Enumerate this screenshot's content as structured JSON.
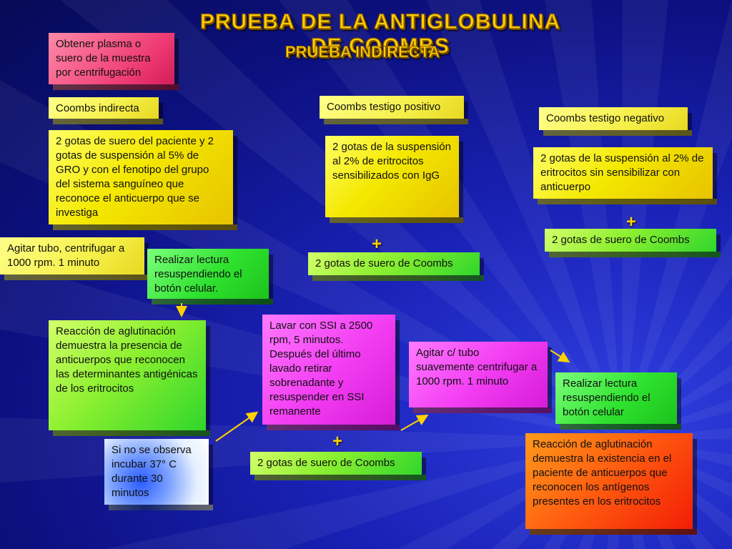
{
  "title": {
    "main": "PRUEBA DE LA ANTIGLOBULINA DE COOMBS",
    "sub": "PRUEBA INDIRECTA"
  },
  "boxes": {
    "obtener": "Obtener plasma o suero de la muestra por centrifugación",
    "coombs_indirecta": "Coombs indirecta",
    "coombs_positivo": "Coombs testigo positivo",
    "coombs_negativo": "Coombs testigo negativo",
    "gotas_paciente": "2 gotas de suero del paciente y 2 gotas de suspensión al 5% de GRO y con el fenotipo del grupo del sistema sanguíneo que reconoce el anticuerpo que se investiga",
    "gotas_sensibilizados": "2 gotas de la suspensión al 2% de eritrocitos sensibilizados con IgG",
    "gotas_sin_sensibilizar": "2 gotas de la suspensión al 2% de eritrocitos sin sensibilizar con anticuerpo",
    "agitar_tubo": "Agitar tubo, centrifugar a 1000 rpm. 1 minuto",
    "realizar_lectura_1": "Realizar lectura resuspendiendo el botón celular.",
    "coombs_suero_centro": "2 gotas de suero de Coombs",
    "coombs_suero_derecha": "2 gotas de suero de Coombs",
    "reaccion_aglutinacion_1": "Reacción de aglutinación demuestra la presencia de anticuerpos que reconocen las determinantes antigénicas de los eritrocitos",
    "lavar_ssi": "Lavar con SSI a 2500 rpm, 5 minutos. Después  del último lavado retirar sobrenadante y resuspender en SSI remanente",
    "agitar_suavemente": "Agitar c/ tubo suavemente centrifugar a 1000 rpm. 1 minuto",
    "realizar_lectura_2": "Realizar lectura resuspendiendo el botón celular",
    "si_no_se_observa": "Si no se observa incubar 37° C durante 30 minutos",
    "coombs_suero_abajo": "2 gotas de suero de Coombs",
    "reaccion_aglutinacion_2": "Reacción de aglutinación demuestra la existencia en el paciente de anticuerpos que reconocen los antígenos presentes en los eritrocitos"
  },
  "plus_symbol": "+",
  "colors": {
    "background": "#1a22b8",
    "title": "#ffd200",
    "arrow": "#ffd200"
  }
}
